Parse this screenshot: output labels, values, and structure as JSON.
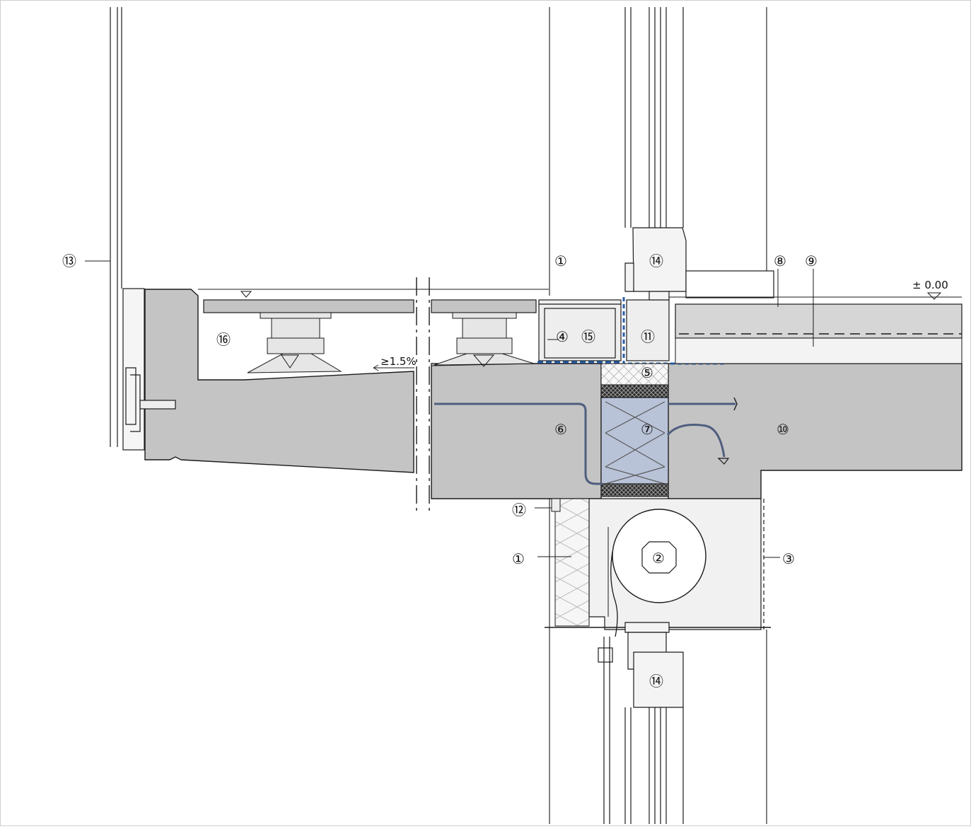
{
  "callouts": {
    "c1_upper": "①",
    "c1_lower": "①",
    "c2": "②",
    "c3": "③",
    "c4": "④",
    "c5": "⑤",
    "c6": "⑥",
    "c7": "⑦",
    "c8": "⑧",
    "c9": "⑨",
    "c10": "⑩",
    "c11": "⑪",
    "c12": "⑫",
    "c13": "⑬",
    "c14_upper": "⑭",
    "c14_lower": "⑭",
    "c15": "⑮",
    "c16": "⑯"
  },
  "annotations": {
    "level_mark": "± 0.00",
    "slope": "≥1.5%"
  },
  "colors": {
    "concrete": "#c4c4c4",
    "screed": "#d6d6d6",
    "insulation_blue": "#b9c3d8",
    "membrane_blue": "#2a5da8",
    "light_fill": "#f1f1f1",
    "line": "#1a1a1a"
  }
}
